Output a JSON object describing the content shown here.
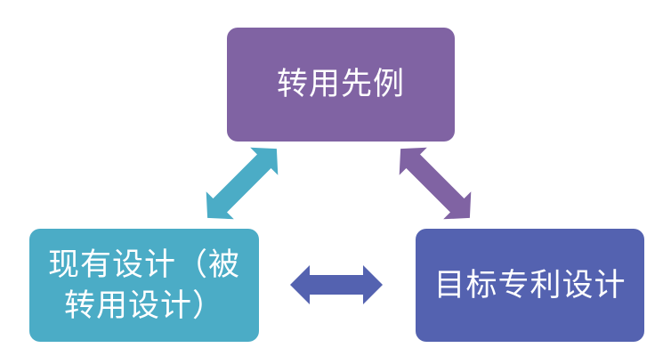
{
  "diagram": {
    "nodes": {
      "top": {
        "label": "转用先例",
        "color": "#8063a3"
      },
      "left": {
        "line1": "现有设计（被",
        "line2": "转用设计）",
        "color": "#4bacc6"
      },
      "right": {
        "label": "目标专利设计",
        "color": "#5462b0"
      }
    },
    "arrows": {
      "left_top": {
        "color": "#4bacc6",
        "direction": "bidirectional"
      },
      "top_right": {
        "color": "#8063a3",
        "direction": "bidirectional"
      },
      "left_right": {
        "color": "#5462b0",
        "direction": "bidirectional"
      }
    }
  }
}
